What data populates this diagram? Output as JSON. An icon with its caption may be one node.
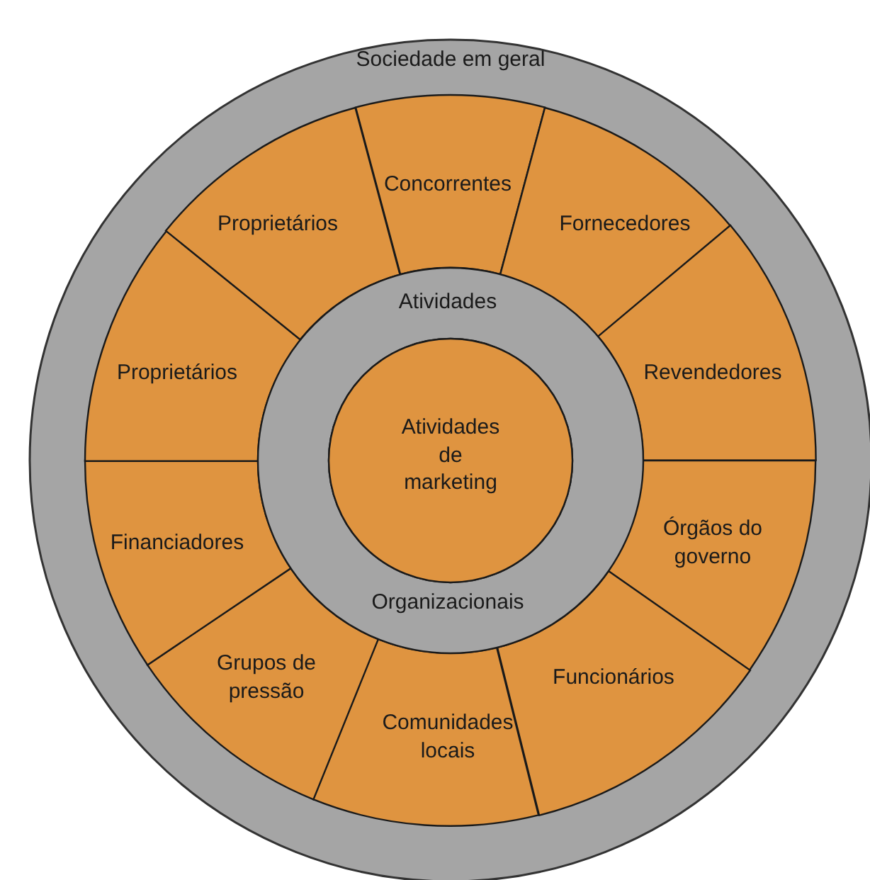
{
  "diagram": {
    "nodes": [
      {
        "text": [
          "Sociedade em geral"
        ]
      },
      {
        "text": [
          "Concorrentes"
        ],
        "in": 0
      },
      {
        "text": [
          "Fornecedores"
        ],
        "in": 0
      },
      {
        "text": [
          "Revendedores"
        ],
        "in": 0
      },
      {
        "text": [
          "Órgãos do governo"
        ],
        "in": 0
      },
      {
        "text": [
          "Funcionários"
        ],
        "in": 0
      },
      {
        "text": [
          "Comunidades locais"
        ],
        "in": 0
      },
      {
        "text": [
          "Grupos de pressão"
        ],
        "in": 0
      },
      {
        "text": [
          "Financiadores"
        ],
        "in": 0
      },
      {
        "text": [
          "Proprietários"
        ],
        "in": 0
      },
      {
        "text": [
          "Proprietários"
        ],
        "in": 0
      },
      {
        "text": [
          "Atividades",
          "Organizacionais"
        ],
        "in": 0
      },
      {
        "text": [
          "Atividades de marketing"
        ],
        "in": 11
      }
    ]
  }
}
